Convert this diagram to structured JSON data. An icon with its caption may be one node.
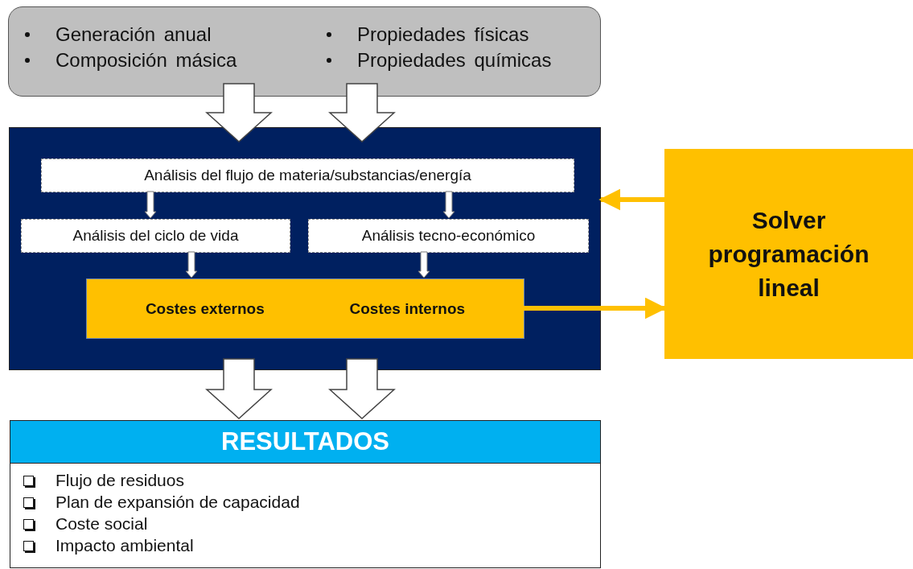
{
  "diagram": {
    "nodes": [
      {
        "text": [
          "Generación anual",
          "Composición másica",
          "Propiedades físicas",
          "Propiedades químicas"
        ]
      },
      {
        "text": [],
        "shape": "box"
      },
      {
        "text": [
          "Análisis del flujo de materia/substancias/energía"
        ],
        "in": 1
      },
      {
        "text": [
          "Análisis del ciclo de vida"
        ],
        "in": 1
      },
      {
        "text": [
          "Análisis tecno-económico"
        ],
        "in": 1
      },
      {
        "text": [
          "Costes externos",
          "Costes internos"
        ],
        "in": 1
      },
      {
        "text": [
          "Solver programación lineal"
        ]
      },
      {
        "text": [
          "RESULTADOS",
          "Flujo de residuos",
          "Plan de expansión de capacidad",
          "Coste social",
          "Impacto ambiental"
        ]
      }
    ],
    "edges": [
      {
        "from": 0,
        "to": 1,
        "arrow": "to",
        "style": "thick"
      },
      {
        "from": 0,
        "to": 1,
        "arrow": "to",
        "style": "thick"
      },
      {
        "from": 2,
        "to": 3,
        "arrow": "to"
      },
      {
        "from": 2,
        "to": 4,
        "arrow": "to"
      },
      {
        "from": 3,
        "to": 5,
        "arrow": "to"
      },
      {
        "from": 4,
        "to": 5,
        "arrow": "to"
      },
      {
        "from": 5,
        "to": 6,
        "arrow": "to",
        "color": "#ffc000"
      },
      {
        "from": 6,
        "to": 1,
        "arrow": "to",
        "color": "#ffc000"
      },
      {
        "from": 1,
        "to": 7,
        "arrow": "to",
        "style": "thick"
      },
      {
        "from": 1,
        "to": 7,
        "arrow": "to",
        "style": "thick"
      }
    ]
  }
}
